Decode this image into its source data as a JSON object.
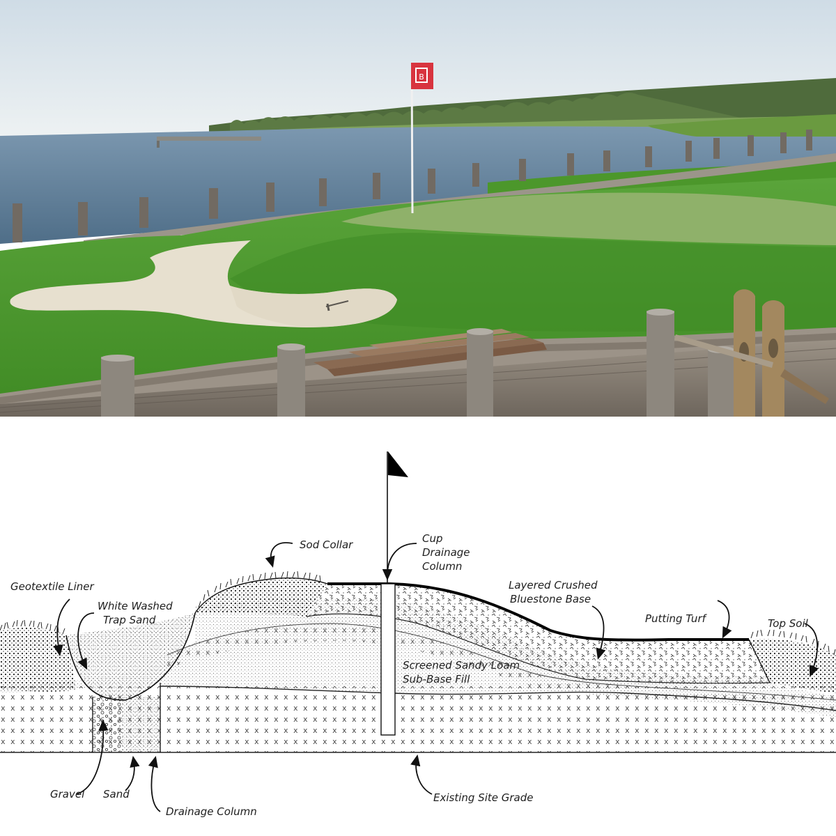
{
  "photo": {
    "flag_color": "#d8343f",
    "sky_color": "#dfe7ec",
    "water_color": "#5d7c97",
    "grass_color": "#4f9a2e",
    "putting_green_color": "#8fb16a",
    "sand_color": "#e7e0cf"
  },
  "diagram": {
    "labels": {
      "sod_collar": "Sod Collar",
      "cup_drainage_1": "Cup",
      "cup_drainage_2": "Drainage",
      "cup_drainage_3": "Column",
      "geotextile_liner": "Geotextile Liner",
      "trap_sand_1": "White Washed",
      "trap_sand_2": "Trap Sand",
      "bluestone_1": "Layered Crushed",
      "bluestone_2": "Bluestone Base",
      "putting_turf": "Putting Turf",
      "top_soil": "Top Soil",
      "sandy_loam_1": "Screened Sandy Loam",
      "sandy_loam_2": "Sub-Base Fill",
      "gravel": "Gravel",
      "sand": "Sand",
      "drainage_column": "Drainage Column",
      "existing_site_grade": "Existing Site Grade"
    }
  }
}
